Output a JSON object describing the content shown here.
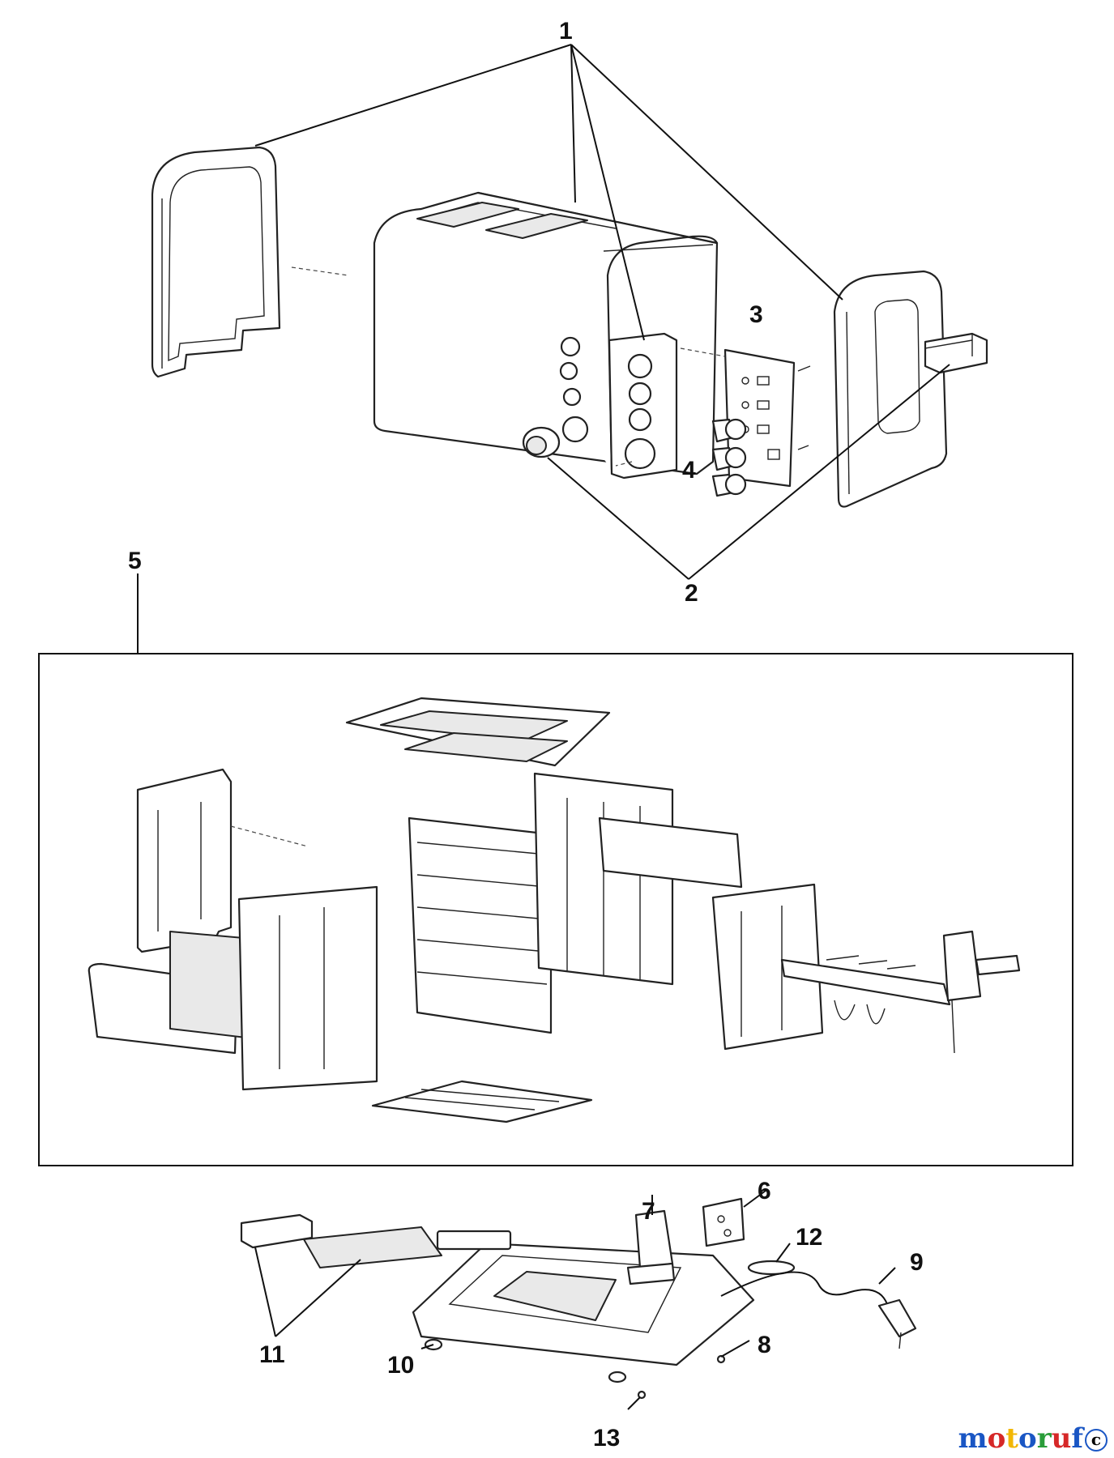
{
  "callouts": {
    "c1": "1",
    "c2": "2",
    "c3": "3",
    "c4": "4",
    "c5": "5",
    "c6": "6",
    "c7": "7",
    "c8": "8",
    "c9": "9",
    "c10": "10",
    "c11": "11",
    "c12": "12",
    "c13": "13"
  },
  "watermark": {
    "letters": [
      "m",
      "o",
      "t",
      "o",
      "r",
      "u",
      "f"
    ],
    "colors": [
      "#1a56c4",
      "#d62828",
      "#f2b705",
      "#1a56c4",
      "#2a9d3a",
      "#d62828",
      "#1a56c4"
    ],
    "badge": "c"
  }
}
